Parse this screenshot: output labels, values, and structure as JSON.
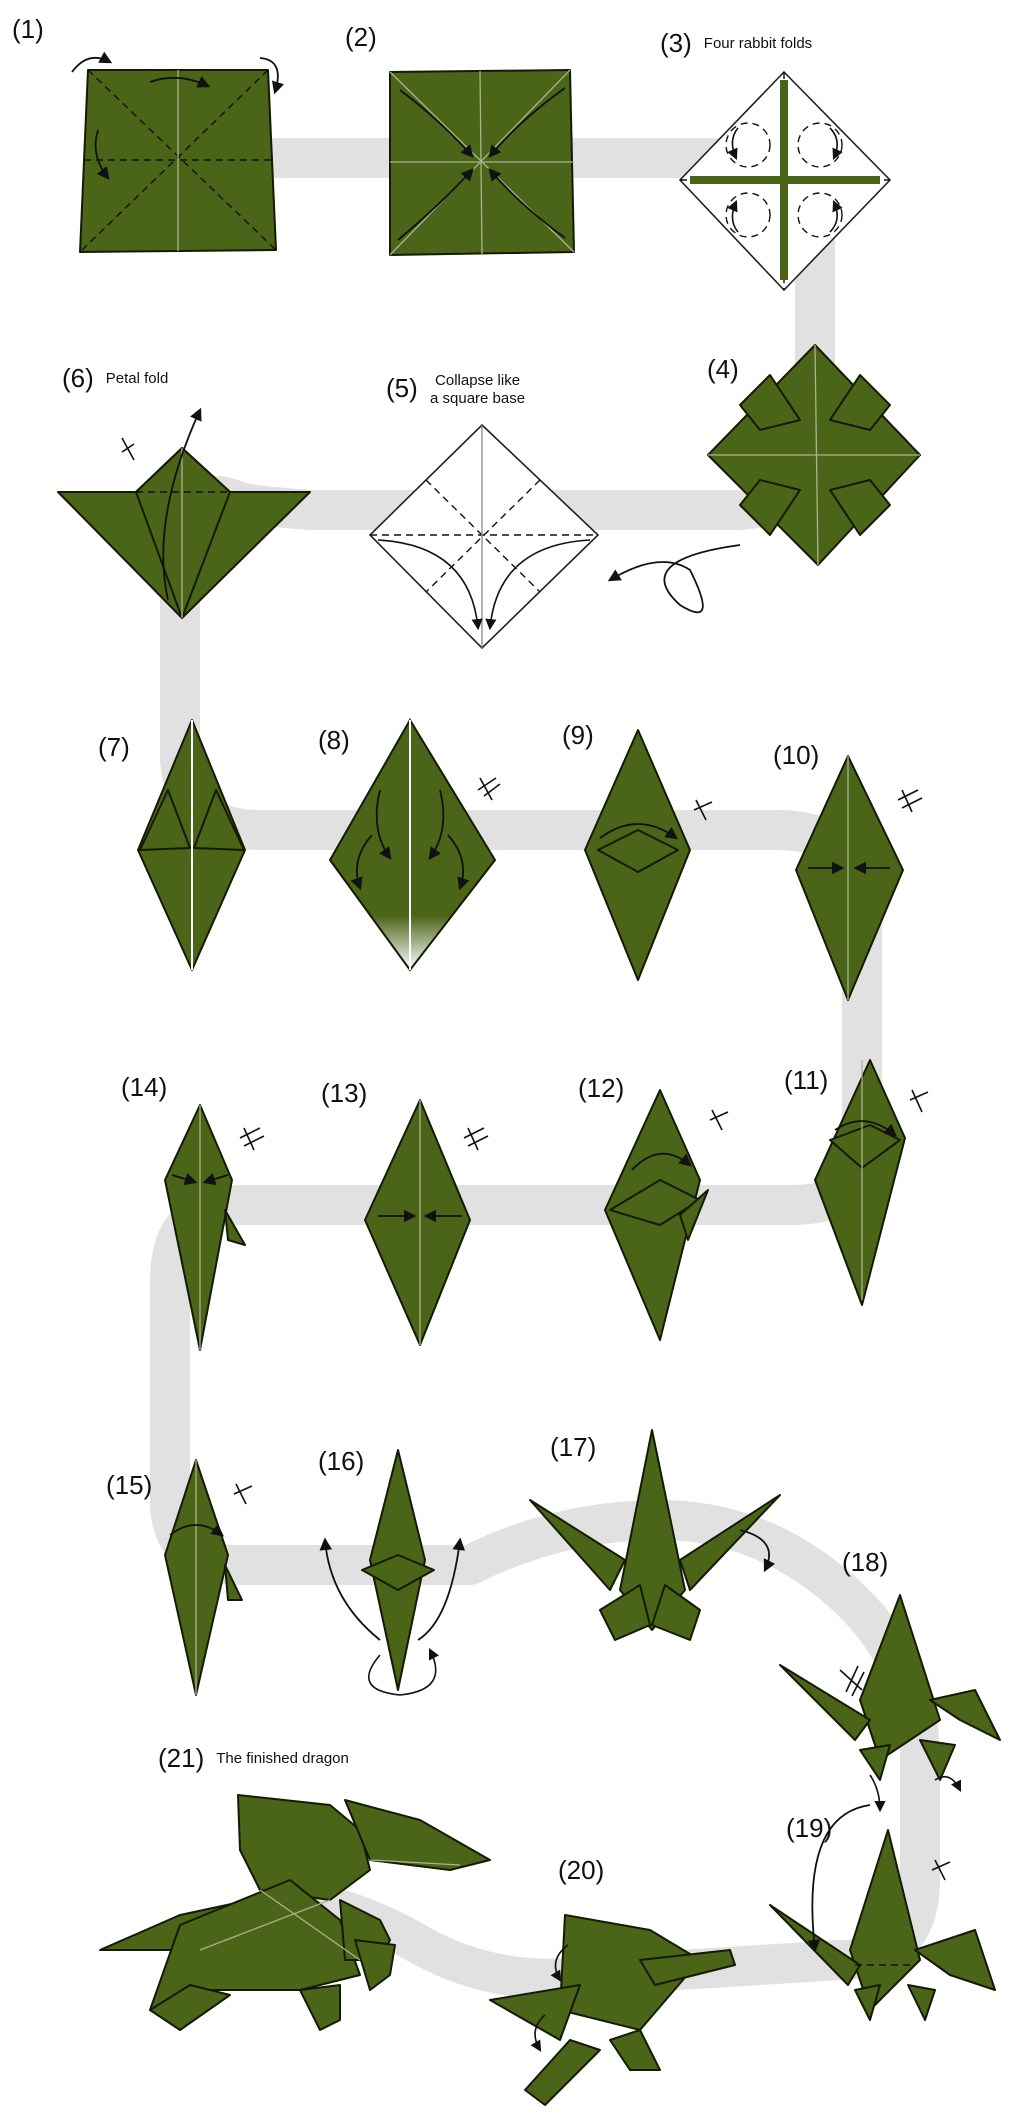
{
  "steps": [
    {
      "num": "(1)",
      "caption": ""
    },
    {
      "num": "(2)",
      "caption": ""
    },
    {
      "num": "(3)",
      "caption": "Four rabbit folds"
    },
    {
      "num": "(4)",
      "caption": ""
    },
    {
      "num": "(5)",
      "caption": "Collapse like",
      "caption2": "a square base"
    },
    {
      "num": "(6)",
      "caption": "Petal fold"
    },
    {
      "num": "(7)",
      "caption": ""
    },
    {
      "num": "(8)",
      "caption": ""
    },
    {
      "num": "(9)",
      "caption": ""
    },
    {
      "num": "(10)",
      "caption": ""
    },
    {
      "num": "(11)",
      "caption": ""
    },
    {
      "num": "(12)",
      "caption": ""
    },
    {
      "num": "(13)",
      "caption": ""
    },
    {
      "num": "(14)",
      "caption": ""
    },
    {
      "num": "(15)",
      "caption": ""
    },
    {
      "num": "(16)",
      "caption": ""
    },
    {
      "num": "(17)",
      "caption": ""
    },
    {
      "num": "(18)",
      "caption": ""
    },
    {
      "num": "(19)",
      "caption": ""
    },
    {
      "num": "(20)",
      "caption": ""
    },
    {
      "num": "(21)",
      "caption": "The finished dragon"
    }
  ],
  "colors": {
    "paper": "#4a6418",
    "band": "#e1e1e1",
    "ink": "#111111"
  }
}
